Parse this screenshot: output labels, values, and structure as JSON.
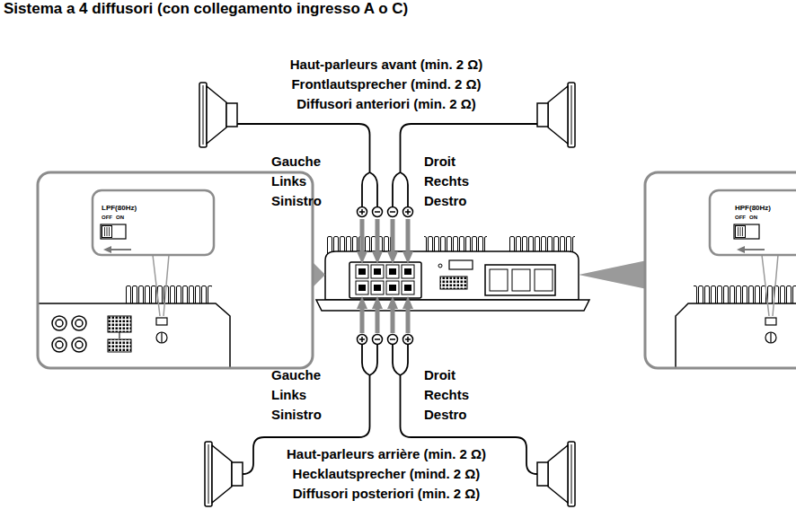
{
  "diagram": {
    "title": "Sistema a 4 diffusori (con collegamento ingresso A o C)",
    "labels": [
      "Haut-parleurs avant (min. 2 Ω)",
      "Frontlautsprecher (mind. 2 Ω)",
      "Diffusori anteriori (min. 2 Ω)",
      "Gauche",
      "Links",
      "Sinistro",
      "Droit",
      "Rechts",
      "Destro",
      "LPF(80Hz)",
      "OFF",
      "ON",
      "HPF(80Hz)",
      "OFF",
      "ON",
      "Gauche",
      "Links",
      "Sinistro",
      "Droit",
      "Rechts",
      "Destro",
      "Haut-parleurs arrière (min. 2 Ω)",
      "Hecklautsprecher (mind. 2 Ω)",
      "Diffusori posteriori (min. 2 Ω)"
    ]
  }
}
